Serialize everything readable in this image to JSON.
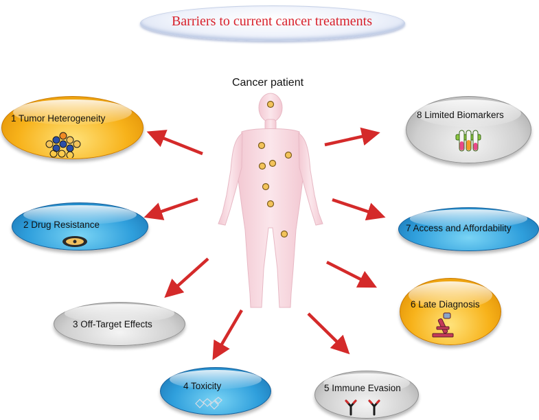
{
  "title": "Barriers to current cancer treatments",
  "center_label": "Cancer patient",
  "colors": {
    "title": "#d8202a",
    "arrow": "#d42a2a",
    "body": "#f9dde3",
    "tumor": "#f3c35a"
  },
  "barriers": [
    {
      "label": "1 Tumor Heterogeneity",
      "color": "yellow",
      "icon": "cell-cluster-icon"
    },
    {
      "label": "2 Drug Resistance",
      "color": "blue",
      "icon": "capsule-icon"
    },
    {
      "label": "3 Off-Target Effects",
      "color": "gray",
      "icon": ""
    },
    {
      "label": "4 Toxicity",
      "color": "blue",
      "icon": "crystal-particles-icon"
    },
    {
      "label": "5 Immune Evasion",
      "color": "gray",
      "icon": "antibody-icon"
    },
    {
      "label": "6 Late Diagnosis",
      "color": "yellow",
      "icon": "microscope-icon"
    },
    {
      "label": "7 Access and Affordability",
      "color": "blue",
      "icon": ""
    },
    {
      "label": "8 Limited Biomarkers",
      "color": "gray",
      "icon": "test-tubes-icon"
    }
  ]
}
